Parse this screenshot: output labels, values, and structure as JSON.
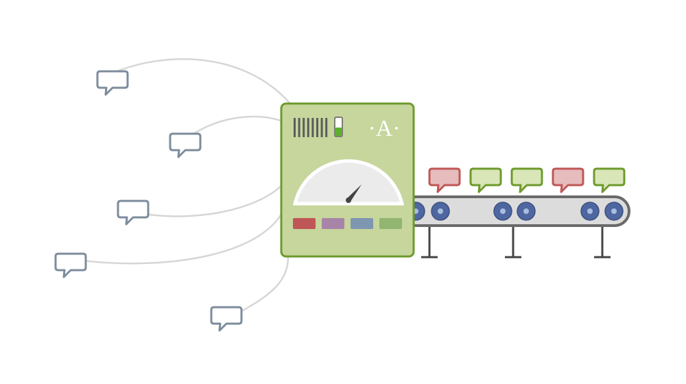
{
  "machine": {
    "logo": "·A·",
    "body_color": "#c6d69c",
    "border_color": "#6e9a2c",
    "switch_color": "#5fae2e",
    "gauge_needle_level": 0.72,
    "buttons": [
      {
        "name": "red-button",
        "color": "#c05757"
      },
      {
        "name": "purple-button",
        "color": "#a885a8"
      },
      {
        "name": "blue-button",
        "color": "#7f96b1"
      },
      {
        "name": "green-button",
        "color": "#92b572"
      }
    ]
  },
  "incoming_bubbles": {
    "color": "#7c8c9c",
    "count": 5
  },
  "conveyor": {
    "belt_color": "#dcdcdc",
    "border_color": "#6a6a6a",
    "roller_color": "#4f67a0",
    "output_bubbles": [
      {
        "kind": "negative",
        "fill": "#e6bcbc",
        "stroke": "#c05757"
      },
      {
        "kind": "positive",
        "fill": "#d9e6b8",
        "stroke": "#6e9a2c"
      },
      {
        "kind": "positive",
        "fill": "#d9e6b8",
        "stroke": "#6e9a2c"
      },
      {
        "kind": "negative",
        "fill": "#e6bcbc",
        "stroke": "#c05757"
      },
      {
        "kind": "positive",
        "fill": "#d9e6b8",
        "stroke": "#6e9a2c"
      }
    ]
  }
}
